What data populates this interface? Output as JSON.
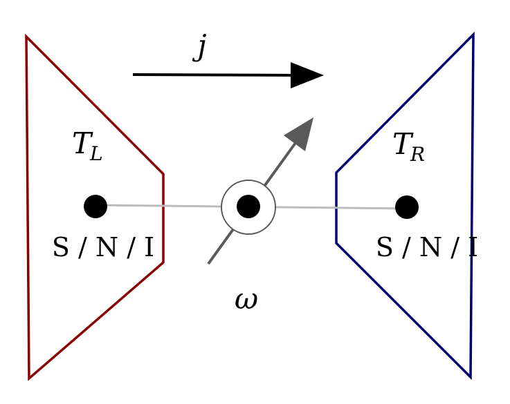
{
  "colors": {
    "left_reservoir": "#8b0000",
    "right_reservoir": "#00006e",
    "current_arrow": "#000000",
    "field_arrow": "#5a5a5a",
    "connector_line": "#bbbbbb",
    "node": "#000000"
  },
  "labels": {
    "current": "j",
    "left_temperature_base": "T",
    "left_temperature_sub": "L",
    "right_temperature_base": "T",
    "right_temperature_sub": "R",
    "left_phase": "S / N / I",
    "right_phase": "S / N / I",
    "frequency": "ω"
  },
  "icons": {
    "center_node": "circle-dot-icon",
    "current_arrow": "arrow-right-icon",
    "field_arrow": "diagonal-arrow-icon"
  }
}
